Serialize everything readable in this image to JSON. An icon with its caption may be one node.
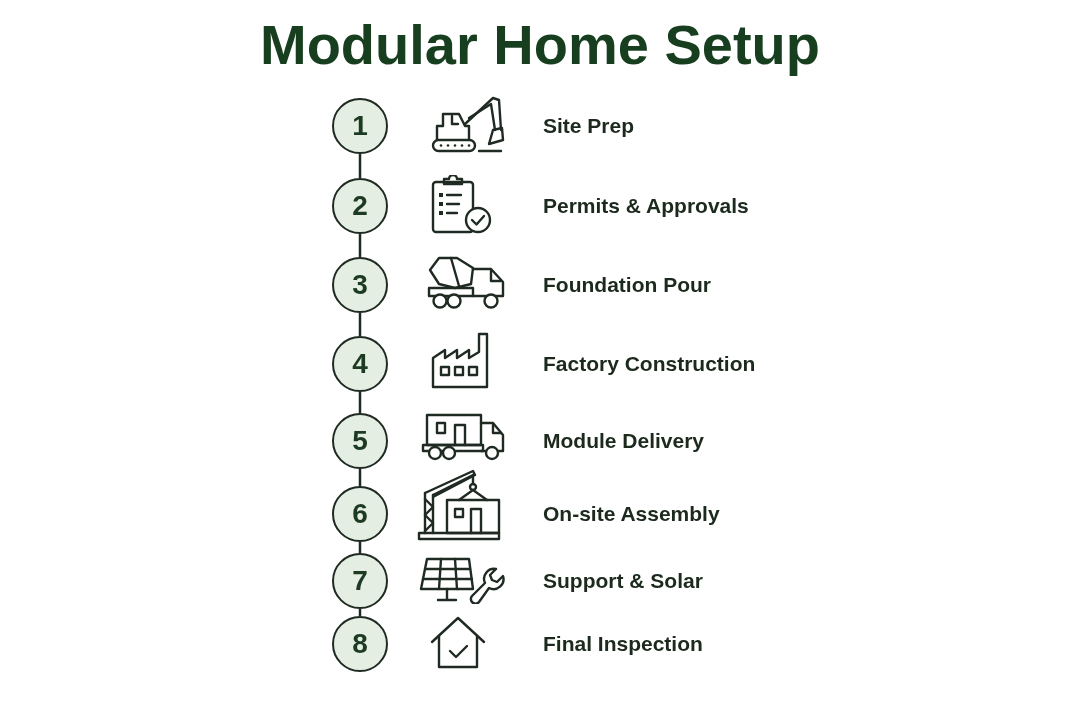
{
  "diagram": {
    "title": "Modular Home Setup",
    "nodes": [
      {
        "text": [
          "1"
        ]
      },
      {
        "text": [
          "2"
        ]
      },
      {
        "text": [
          "3"
        ]
      },
      {
        "text": [
          "4"
        ]
      },
      {
        "text": [
          "5"
        ]
      },
      {
        "text": [
          "6"
        ]
      },
      {
        "text": [
          "7"
        ]
      },
      {
        "text": [
          "8"
        ]
      }
    ],
    "edges": [
      {
        "from": 0,
        "to": 1,
        "arrow": "none"
      },
      {
        "from": 1,
        "to": 2,
        "arrow": "none"
      },
      {
        "from": 2,
        "to": 3,
        "arrow": "none"
      },
      {
        "from": 3,
        "to": 4,
        "arrow": "none"
      },
      {
        "from": 4,
        "to": 5,
        "arrow": "none"
      },
      {
        "from": 5,
        "to": 6,
        "arrow": "none"
      },
      {
        "from": 6,
        "to": 7,
        "arrow": "none"
      }
    ],
    "labels": [
      "Site Prep",
      "Permits & Approvals",
      "Foundation Pour",
      "Factory Construction",
      "Module Delivery",
      "On-site Assembly",
      "Support & Solar",
      "Final Inspection"
    ]
  }
}
